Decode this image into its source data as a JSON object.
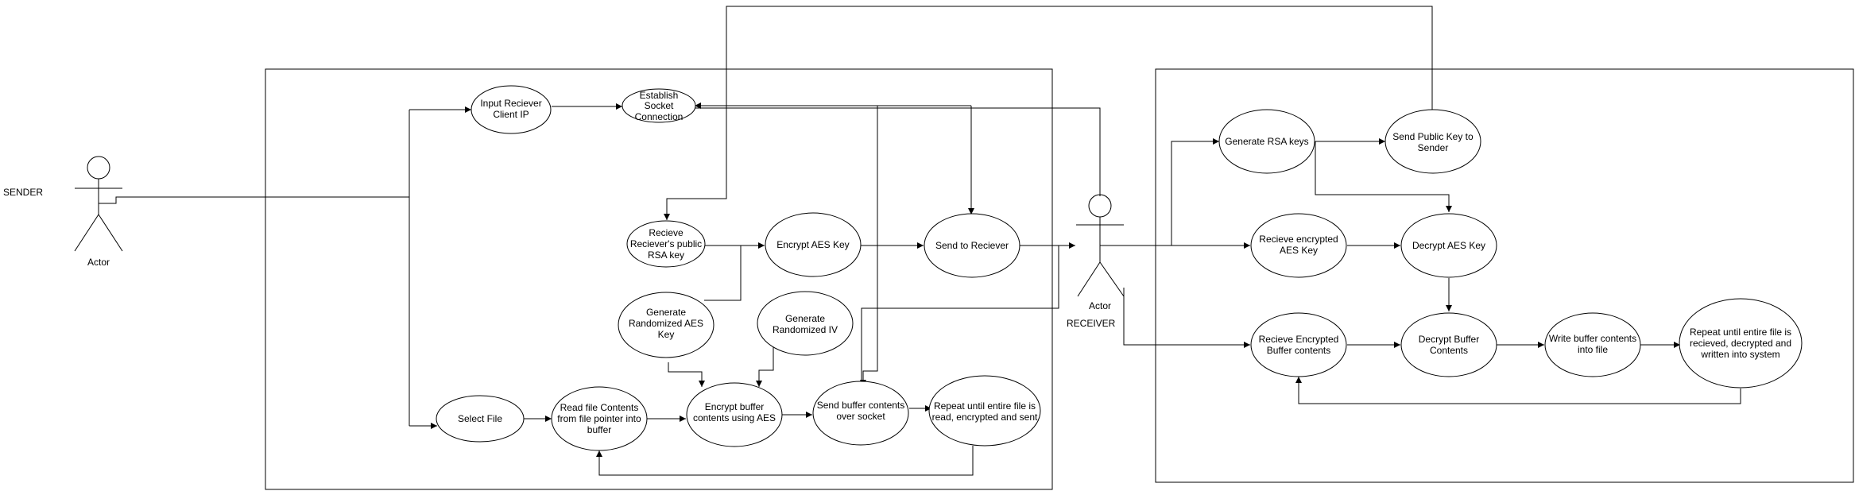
{
  "sender_label": "SENDER",
  "receiver_label": "RECEIVER",
  "sender_actor": {
    "name": "Actor"
  },
  "receiver_actor": {
    "name": "Actor"
  },
  "nodes": {
    "input_ip": [
      "Input Reciever",
      "Client IP"
    ],
    "establish": [
      "Establish",
      "Socket",
      "Connection"
    ],
    "recieve_rsa": [
      "Recieve",
      "Reciever's public",
      "RSA key"
    ],
    "encrypt_aes": [
      "Encrypt AES Key"
    ],
    "send_to_reciever": [
      "Send to Reciever"
    ],
    "gen_aes": [
      "Generate",
      "Randomized AES",
      "Key"
    ],
    "gen_iv": [
      "Generate",
      "Randomized IV"
    ],
    "select_file": [
      "Select File"
    ],
    "read_file": [
      "Read file Contents",
      "from file pointer into",
      "buffer"
    ],
    "encrypt_buffer": [
      "Encrypt buffer",
      "contents using AES"
    ],
    "send_buffer": [
      "Send buffer contents",
      "over socket"
    ],
    "repeat_send": [
      "Repeat until entire file is",
      "read, encrypted and sent"
    ],
    "gen_rsa": [
      "Generate RSA keys"
    ],
    "send_pubkey": [
      "Send Public Key to",
      "Sender"
    ],
    "recieve_enc_aes": [
      "Recieve encrypted",
      "AES Key"
    ],
    "decrypt_aes": [
      "Decrypt AES Key"
    ],
    "recieve_enc_buffer": [
      "Recieve Encrypted",
      "Buffer contents"
    ],
    "decrypt_buffer": [
      "Decrypt Buffer",
      "Contents"
    ],
    "write_buffer": [
      "Write buffer contents",
      "into file"
    ],
    "repeat_recv": [
      "Repeat until entire file is",
      "recieved, decrypted and",
      "written into system"
    ]
  }
}
